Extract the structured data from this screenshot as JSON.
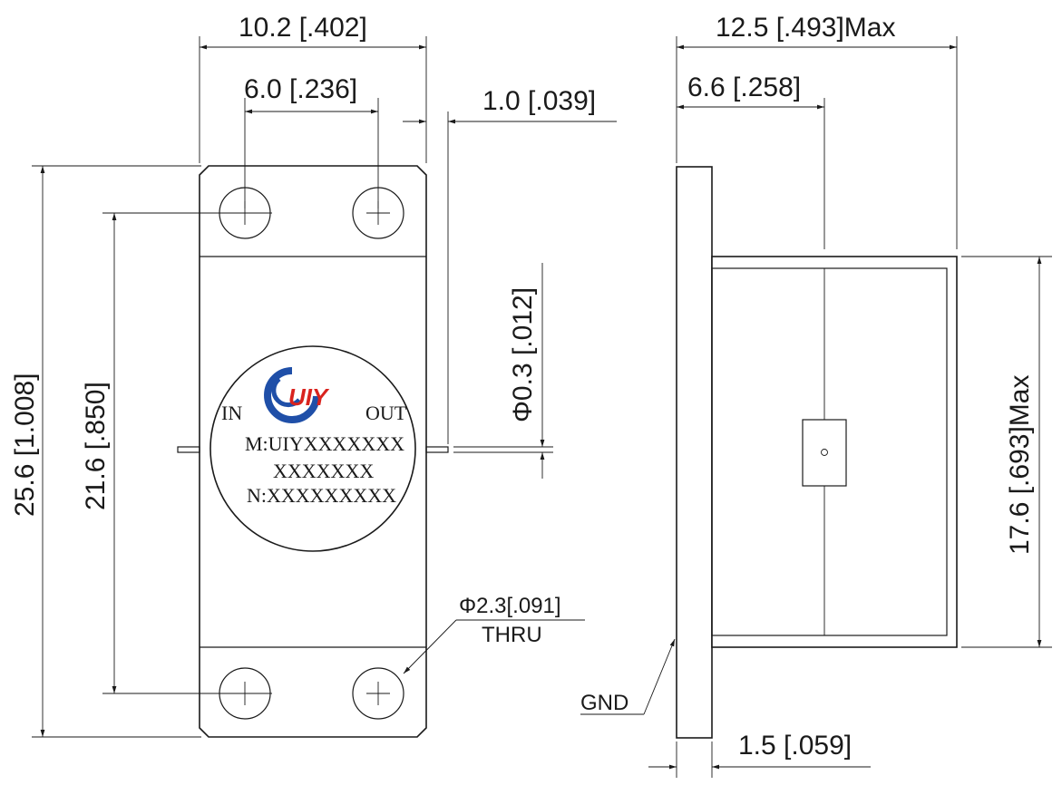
{
  "front_view": {
    "dim_width": "10.2 [.402]",
    "dim_hole_spacing": "6.0 [.236]",
    "dim_pin_offset": "1.0 [.039]",
    "dim_total_height": "25.6 [1.008]",
    "dim_hole_pitch": "21.6 [.850]",
    "dim_pin_diameter": "Φ0.3 [.012]",
    "dim_hole_diameter": "Φ2.3[.091]",
    "hole_note": "THRU",
    "label": {
      "in": "IN",
      "out": "OUT",
      "model": "M:UIYXXXXXXX",
      "line2": "XXXXXXX",
      "serial": "N:XXXXXXXXX",
      "logo_text": "UIY",
      "logo_colors": [
        "#1f4fa8",
        "#d9231e"
      ]
    }
  },
  "side_view": {
    "dim_max_width": "12.5 [.493]Max",
    "dim_center": "6.6 [.258]",
    "dim_height_max": "17.6 [.693]Max",
    "dim_flange": "1.5 [.059]",
    "gnd_label": "GND"
  }
}
